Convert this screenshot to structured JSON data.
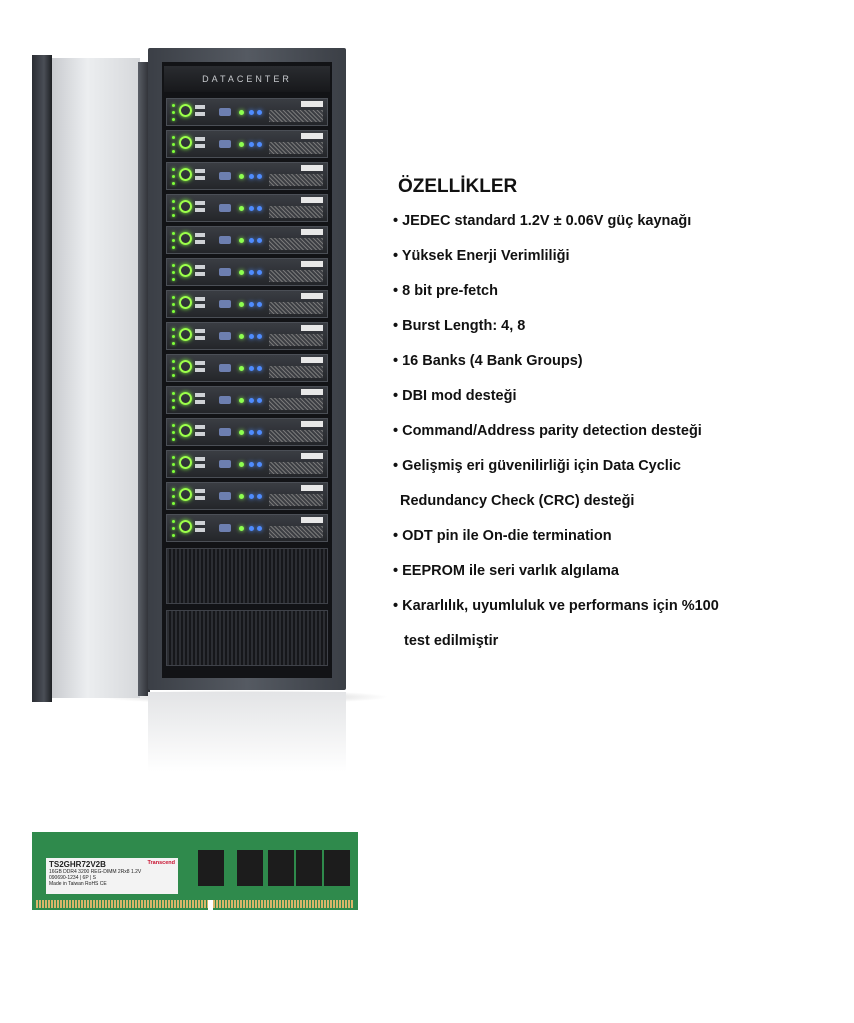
{
  "rack": {
    "brand_label": "DATACENTER",
    "server_units": 14,
    "vent_panels": 2
  },
  "features": {
    "title": "ÖZELLİKLER",
    "items": [
      "• JEDEC standard 1.2V ± 0.06V güç kaynağı",
      "• Yüksek Enerji Verimliliği",
      "• 8 bit pre-fetch",
      "• Burst Length: 4, 8",
      "• 16 Banks (4 Bank Groups)",
      "• DBI mod desteği",
      "• Command/Address parity detection desteği",
      "• Gelişmiş eri güvenilirliği için Data Cyclic",
      "Redundancy Check (CRC) desteği",
      "• ODT pin ile On-die termination",
      "• EEPROM ile seri varlık algılama",
      "• Kararlılık, uyumluluk ve performans için %100",
      "test edilmiştir"
    ]
  },
  "ram": {
    "part_number": "TS2GHR72V2B",
    "spec": "16GB DDR4 3200 REG-DIMM 2Rx8 1.2V",
    "brand": "Transcend",
    "serial": "090690-1234 | 6P | S",
    "origin": "Made in Taiwan",
    "marks": "RoHS CE"
  }
}
